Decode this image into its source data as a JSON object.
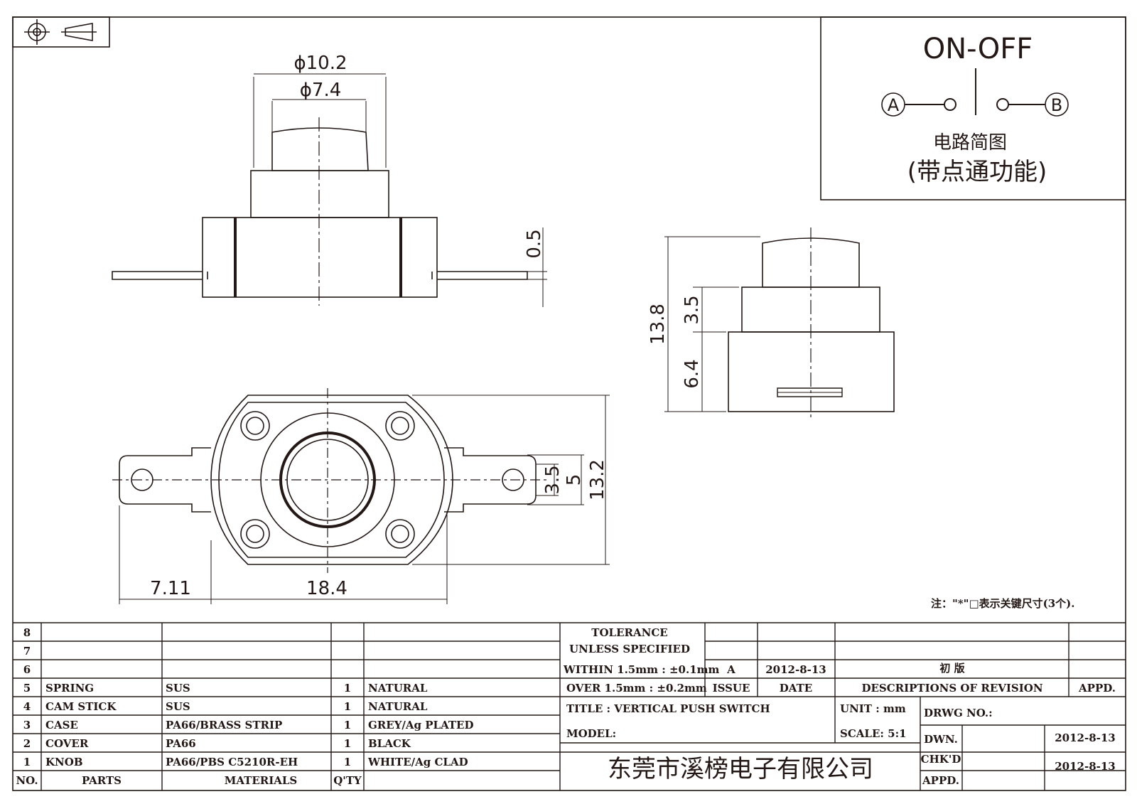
{
  "circuit": {
    "title": "ON-OFF",
    "terminal_a": "A",
    "terminal_b": "B",
    "caption": "电路简图",
    "subcaption": "(带点通功能)"
  },
  "dimensions": {
    "top_outer_dia": "ϕ10.2",
    "top_inner_dia": "ϕ7.4",
    "terminal_thickness": "0.5",
    "total_height": "13.8",
    "upper_height": "3.5",
    "body_height": "6.4",
    "hole_spacing_inner": "3.5",
    "hole_spacing_outer": "5",
    "body_width": "13.2",
    "tab_length": "7.11",
    "body_length": "18.4"
  },
  "note": "注：\"*\"□表示关键尺寸(3个).",
  "bom": {
    "header": {
      "no": "NO.",
      "parts": "PARTS",
      "materials": "MATERIALS",
      "qty": "Q'TY"
    },
    "rows": [
      {
        "no": "8",
        "part": "",
        "material": "",
        "qty": "",
        "finish": ""
      },
      {
        "no": "7",
        "part": "",
        "material": "",
        "qty": "",
        "finish": ""
      },
      {
        "no": "6",
        "part": "",
        "material": "",
        "qty": "",
        "finish": ""
      },
      {
        "no": "5",
        "part": "SPRING",
        "material": "SUS",
        "qty": "1",
        "finish": "NATURAL"
      },
      {
        "no": "4",
        "part": "CAM STICK",
        "material": "SUS",
        "qty": "1",
        "finish": "NATURAL"
      },
      {
        "no": "3",
        "part": "CASE",
        "material": "PA66/BRASS STRIP",
        "qty": "1",
        "finish": "GREY/Ag PLATED"
      },
      {
        "no": "2",
        "part": "COVER",
        "material": "PA66",
        "qty": "1",
        "finish": "BLACK"
      },
      {
        "no": "1",
        "part": "KNOB",
        "material": "PA66/PBS C5210R-EH",
        "qty": "1",
        "finish": "WHITE/Ag CLAD"
      }
    ]
  },
  "tolerance": {
    "line1": "TOLERANCE",
    "line2": "UNLESS SPECIFIED",
    "within": "WITHIN 1.5mm : ±0.1mm",
    "over": "OVER 1.5mm : ±0.2mm"
  },
  "revision": {
    "issue": "A",
    "date": "2012-8-13",
    "description": "初 版",
    "issue_label": "ISSUE",
    "date_label": "DATE",
    "desc_label": "DESCRIPTIONS OF REVISION",
    "appd_label": "APPD."
  },
  "title_block": {
    "title": "TITLE :  VERTICAL PUSH SWITCH",
    "unit": "UNIT :  mm",
    "drwg_no": "DRWG NO.:",
    "model": "MODEL:",
    "scale": "SCALE:  5:1",
    "dwn_label": "DWN.",
    "dwn_date": "2012-8-13",
    "chkd_label": "CHK'D",
    "chkd_date": "2012-8-13",
    "appd_label": "APPD.",
    "company": "东莞市溪榜电子有限公司"
  }
}
